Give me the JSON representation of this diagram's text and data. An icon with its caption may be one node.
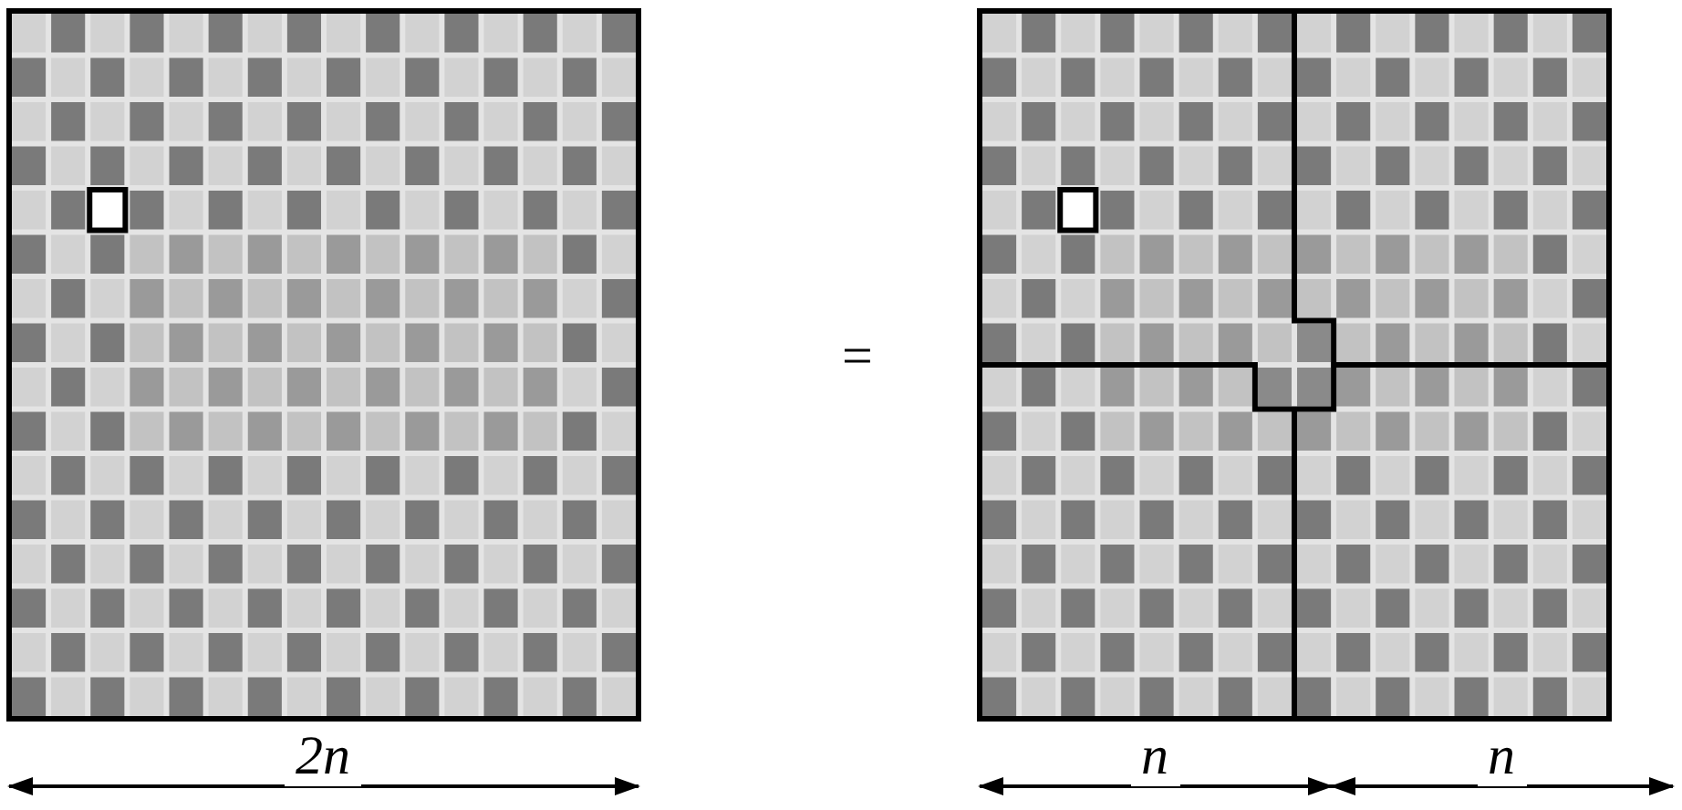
{
  "diagram": {
    "labels": [
      "=",
      "2n",
      "n",
      "n"
    ]
  }
}
